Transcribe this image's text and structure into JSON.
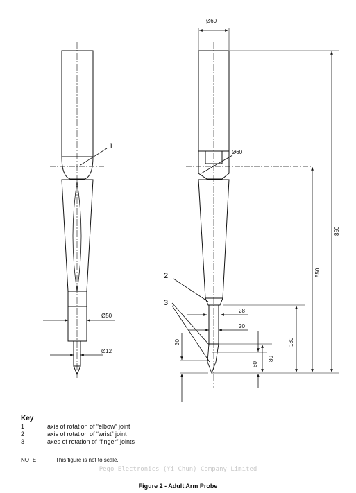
{
  "figure": {
    "caption": "Figure 2 - Adult Arm Probe",
    "watermark": "Pego Electronics (Yi Chun) Company Limited"
  },
  "key": {
    "title": "Key",
    "items": [
      {
        "num": "1",
        "text": "axis of rotation of “elbow” joint"
      },
      {
        "num": "2",
        "text": "axis of rotation of “wrist” joint"
      },
      {
        "num": "3",
        "text": "axes of rotation of “finger” joints"
      }
    ]
  },
  "note": {
    "label": "NOTE",
    "text": "This figure is not to scale."
  },
  "dimensions": {
    "upper_diameter": "Ø60",
    "joint_diameter": "Ø60",
    "wrist_diameter": "Ø50",
    "finger_diameter": "Ø12",
    "total_length": "850",
    "lower_length": "550",
    "wrist_to_tip": "180",
    "wrist_width": "28",
    "finger_width": "20",
    "finger_length": "80",
    "finger_segment": "60",
    "finger_offset": "30"
  },
  "callouts": {
    "elbow": "1",
    "wrist": "2",
    "finger": "3"
  }
}
